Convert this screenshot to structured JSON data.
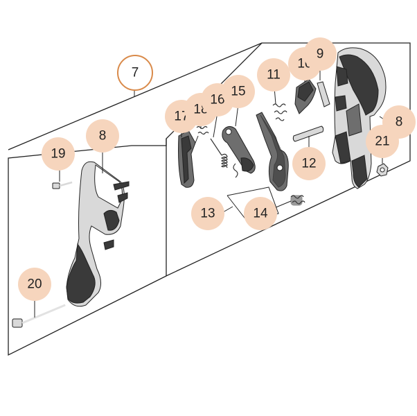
{
  "callouts": {
    "c7": "7",
    "c8_left": "8",
    "c8_right": "8",
    "c9": "9",
    "c10": "10",
    "c11": "11",
    "c12": "12",
    "c13": "13",
    "c14": "14",
    "c15": "15",
    "c16": "16",
    "c17": "17",
    "c18": "18",
    "c19": "19",
    "c20": "20",
    "c21": "21"
  },
  "colors": {
    "callout_fill": "#f6d5bd",
    "callout_main_stroke": "#d98a4a",
    "part_dark": "#3a3a3a"
  }
}
